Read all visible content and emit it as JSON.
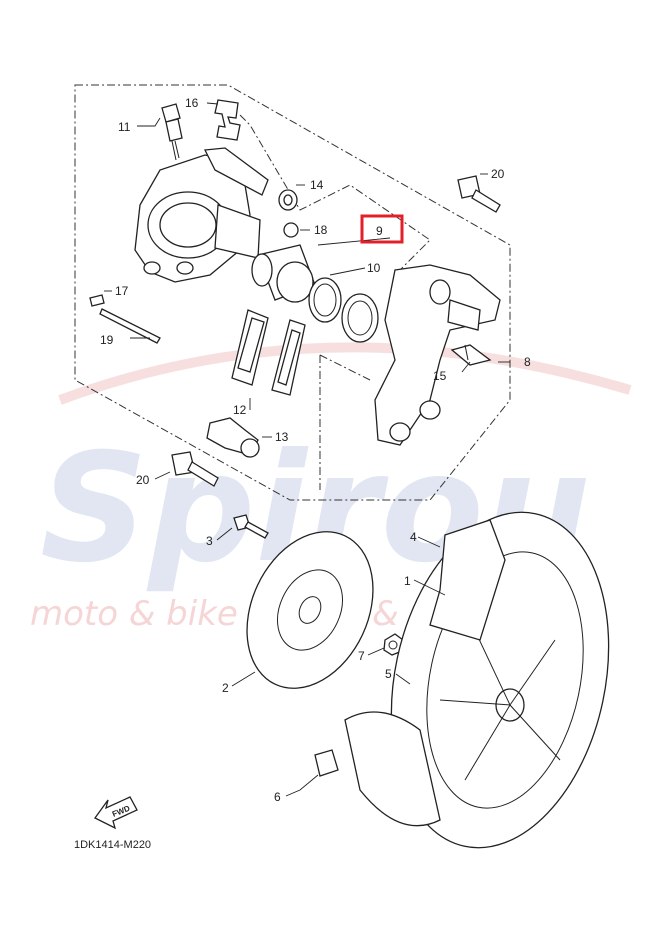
{
  "watermark": {
    "brand": "Spirou",
    "tagline": "moto & bike spares & service"
  },
  "diagram_code": "1DK1414-M220",
  "fwd_label": "FWD",
  "highlighted_part": "9",
  "colors": {
    "highlight": "#e3202a",
    "line": "#222222",
    "watermark_blue": "#c9d3e8",
    "watermark_red": "#f2c4c4"
  },
  "callouts": {
    "c1": "1",
    "c2": "2",
    "c3": "3",
    "c4": "4",
    "c5": "5",
    "c6": "6",
    "c7": "7",
    "c8": "8",
    "c9": "9",
    "c10": "10",
    "c11": "11",
    "c12": "12",
    "c13": "13",
    "c14": "14",
    "c15": "15",
    "c16": "16",
    "c17": "17",
    "c18": "18",
    "c19": "19",
    "c20a": "20",
    "c20b": "20"
  }
}
